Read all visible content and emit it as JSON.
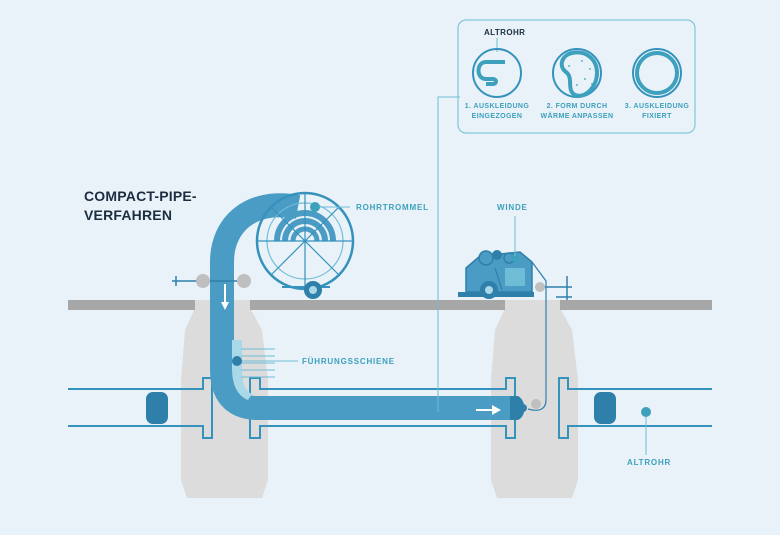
{
  "title": {
    "line1": "COMPACT-PIPE-",
    "line2": "VERFAHREN"
  },
  "labels": {
    "rohrtrommel": "ROHRTROMMEL",
    "winde": "WINDE",
    "fuehrungsschiene": "FÜHRUNGSSCHIENE",
    "altrohr": "ALTROHR"
  },
  "inset": {
    "title": "ALTROHR",
    "steps": [
      {
        "line1": "1. AUSKLEIDUNG",
        "line2": "EINGEZOGEN"
      },
      {
        "line1": "2. FORM DURCH",
        "line2": "WÄRME ANPASSEN"
      },
      {
        "line1": "3. AUSKLEIDUNG",
        "line2": "FIXIERT"
      }
    ]
  },
  "colors": {
    "background": "#e9f2f8",
    "liner": "#4a9cc4",
    "liner_dark": "#2f7fab",
    "accent": "#3da0bd",
    "line": "#3592bd",
    "ground": "#a7a7a7",
    "pit": "#dcdcdc",
    "title": "#1b2d40"
  }
}
